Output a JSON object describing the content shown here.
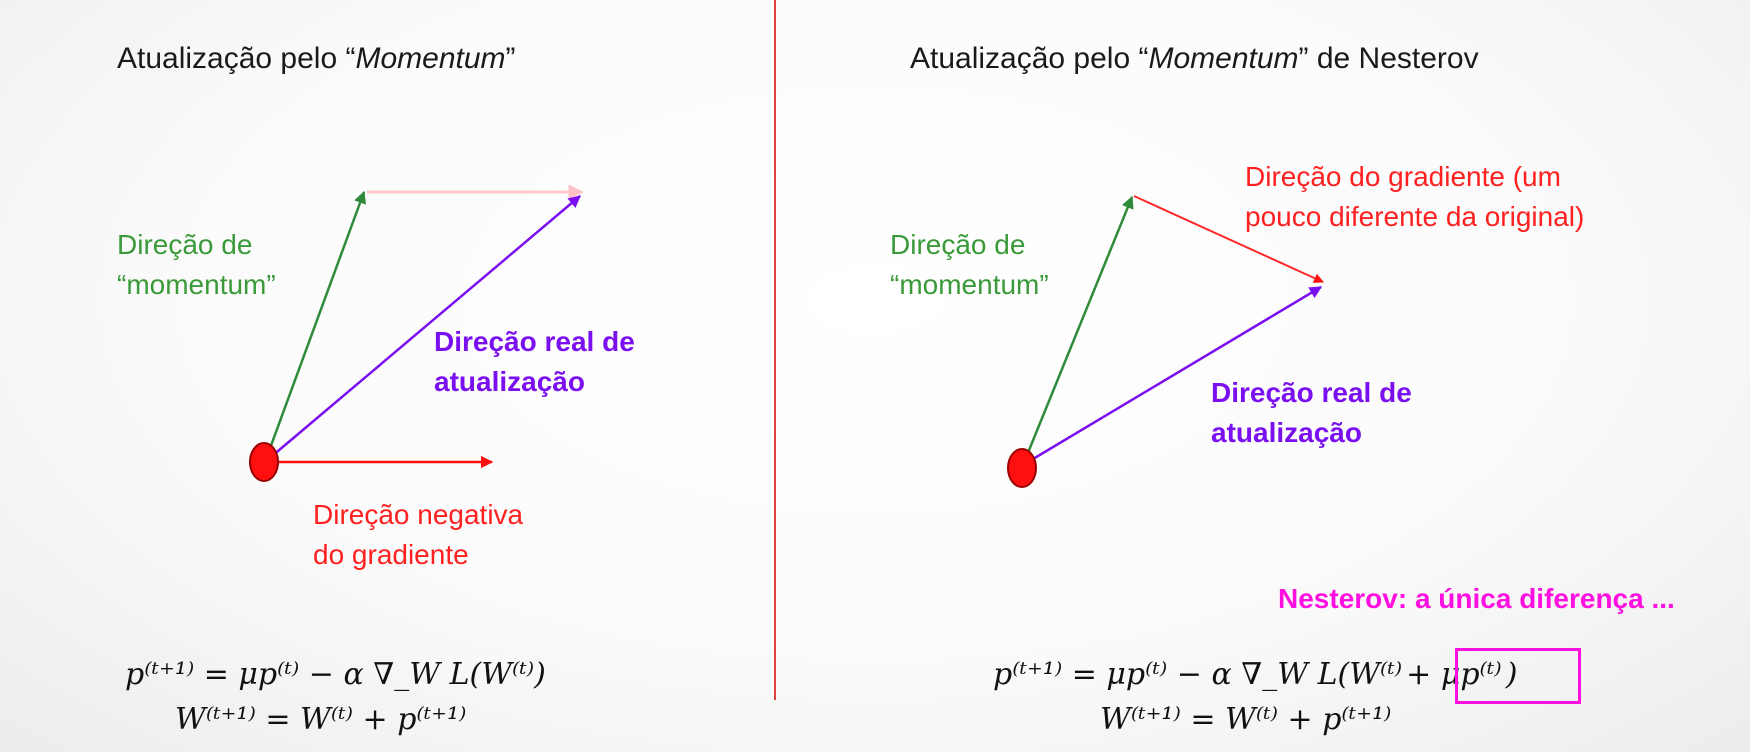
{
  "left": {
    "title_prefix": "Atualização pelo “",
    "title_em": "Momentum",
    "title_suffix": "”",
    "label_momentum": "Direção de\n“momentum”",
    "label_real": "Direção real de\natualização",
    "label_gradient": "Direção negativa\ndo gradiente",
    "eq1": "p⁽ᵗ⁺¹⁾ = μp⁽ᵗ⁾ − α ∇_W L(W⁽ᵗ⁾)",
    "eq2": "W⁽ᵗ⁺¹⁾ = W⁽ᵗ⁾ + p⁽ᵗ⁺¹⁾"
  },
  "right": {
    "title_prefix": "Atualização pelo “",
    "title_em": "Momentum",
    "title_suffix": "” de Nesterov",
    "label_momentum": "Direção de\n“momentum”",
    "label_gradient": "Direção do gradiente (um\npouco diferente da original)",
    "label_real": "Direção real de\natualização",
    "note": "Nesterov: a única diferença ...",
    "eq1_main": "p⁽ᵗ⁺¹⁾ = μp⁽ᵗ⁾ − α ∇_W L(W⁽ᵗ⁾",
    "eq1_highlight": "+ μp⁽ᵗ⁾",
    "eq1_close": ")",
    "eq2": "W⁽ᵗ⁺¹⁾ = W⁽ᵗ⁾ + p⁽ᵗ⁺¹⁾"
  },
  "colors": {
    "momentum": "#3a9a3a",
    "gradient": "#ff2020",
    "real_update": "#7a10f0",
    "highlight": "#ff10e0",
    "divider": "#e04040"
  }
}
